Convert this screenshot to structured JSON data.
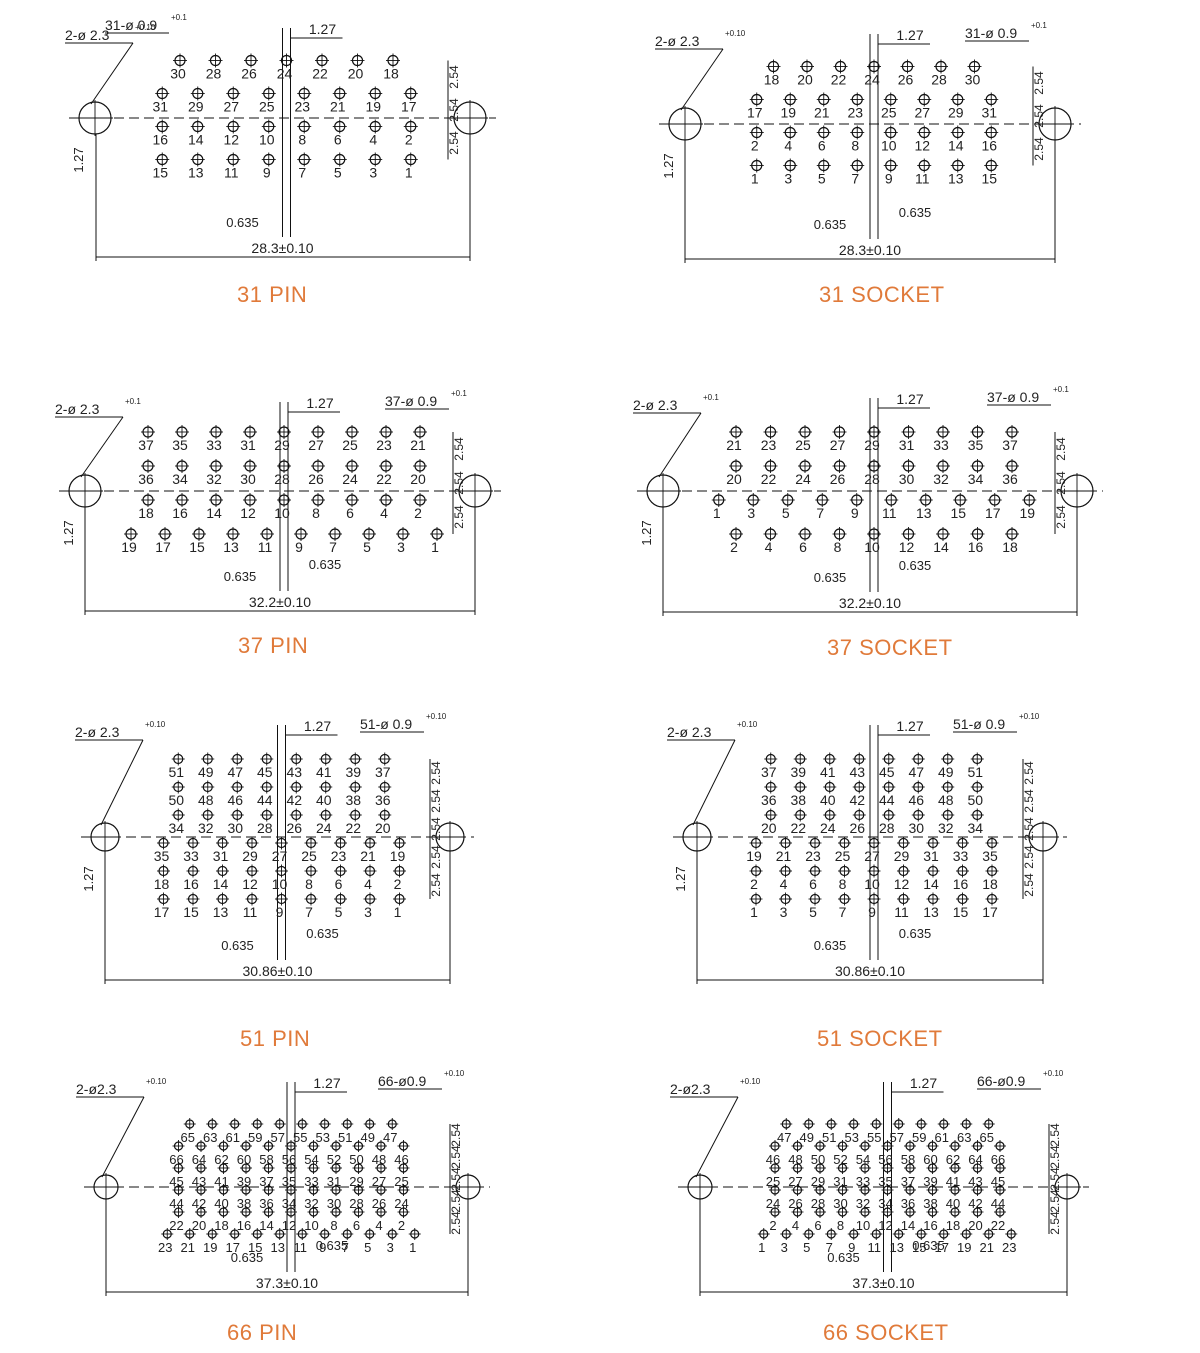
{
  "theme": {
    "caption_color": "#e07a3a",
    "line_color": "#111111"
  },
  "panels": [
    {
      "id": "31-pin",
      "caption": "31 PIN",
      "type": "pin",
      "label_overall": "28.3±0.10",
      "label_mount": "2-ø 2.3",
      "label_mount_tol": "+0.10",
      "label_contact": "31-ø 0.9",
      "label_contact_tol": "+0.1",
      "label_pitch_h": "1.27",
      "label_pitch_v": "1.27",
      "label_offset_a": "0.635",
      "label_offset_b": "",
      "label_row_pitch": "2.54",
      "rows": [
        [
          "30",
          "28",
          "26",
          "24",
          "22",
          "20",
          "18"
        ],
        [
          "31",
          "29",
          "27",
          "25",
          "23",
          "21",
          "19",
          "17"
        ],
        [
          "16",
          "14",
          "12",
          "10",
          "8",
          "6",
          "4",
          "2"
        ],
        [
          "15",
          "13",
          "11",
          "9",
          "7",
          "5",
          "3",
          "1"
        ]
      ]
    },
    {
      "id": "31-socket",
      "caption": "31 SOCKET",
      "type": "socket",
      "label_overall": "28.3±0.10",
      "label_mount": "2-ø 2.3",
      "label_mount_tol": "+0.10",
      "label_contact": "31-ø 0.9",
      "label_contact_tol": "+0.1",
      "label_pitch_h": "1.27",
      "label_pitch_v": "1.27",
      "label_offset_a": "0.635",
      "label_offset_b": "0.635",
      "label_row_pitch": "2.54",
      "rows": [
        [
          "18",
          "20",
          "22",
          "24",
          "26",
          "28",
          "30"
        ],
        [
          "17",
          "19",
          "21",
          "23",
          "25",
          "27",
          "29",
          "31"
        ],
        [
          "2",
          "4",
          "6",
          "8",
          "10",
          "12",
          "14",
          "16"
        ],
        [
          "1",
          "3",
          "5",
          "7",
          "9",
          "11",
          "13",
          "15"
        ]
      ]
    },
    {
      "id": "37-pin",
      "caption": "37 PIN",
      "type": "pin",
      "label_overall": "32.2±0.10",
      "label_mount": "2-ø 2.3",
      "label_mount_tol": "+0.1",
      "label_contact": "37-ø 0.9",
      "label_contact_tol": "+0.1",
      "label_pitch_h": "1.27",
      "label_pitch_v": "1.27",
      "label_offset_a": "0.635",
      "label_offset_b": "0.635",
      "label_row_pitch": "2.54",
      "rows": [
        [
          "37",
          "35",
          "33",
          "31",
          "29",
          "27",
          "25",
          "23",
          "21"
        ],
        [
          "36",
          "34",
          "32",
          "30",
          "28",
          "26",
          "24",
          "22",
          "20"
        ],
        [
          "18",
          "16",
          "14",
          "12",
          "10",
          "8",
          "6",
          "4",
          "2"
        ],
        [
          "19",
          "17",
          "15",
          "13",
          "11",
          "9",
          "7",
          "5",
          "3",
          "1"
        ]
      ]
    },
    {
      "id": "37-socket",
      "caption": "37 SOCKET",
      "type": "socket",
      "label_overall": "32.2±0.10",
      "label_mount": "2-ø 2.3",
      "label_mount_tol": "+0.1",
      "label_contact": "37-ø 0.9",
      "label_contact_tol": "+0.1",
      "label_pitch_h": "1.27",
      "label_pitch_v": "1.27",
      "label_offset_a": "0.635",
      "label_offset_b": "0.635",
      "label_row_pitch": "2.54",
      "rows": [
        [
          "21",
          "23",
          "25",
          "27",
          "29",
          "31",
          "33",
          "35",
          "37"
        ],
        [
          "20",
          "22",
          "24",
          "26",
          "28",
          "30",
          "32",
          "34",
          "36"
        ],
        [
          "1",
          "3",
          "5",
          "7",
          "9",
          "11",
          "13",
          "15",
          "17",
          "19"
        ],
        [
          "2",
          "4",
          "6",
          "8",
          "10",
          "12",
          "14",
          "16",
          "18"
        ]
      ]
    },
    {
      "id": "51-pin",
      "caption": "51 PIN",
      "type": "pin",
      "label_overall": "30.86±0.10",
      "label_mount": "2-ø 2.3",
      "label_mount_tol": "+0.10",
      "label_contact": "51-ø 0.9",
      "label_contact_tol": "+0.10",
      "label_pitch_h": "1.27",
      "label_pitch_v": "1.27",
      "label_offset_a": "0.635",
      "label_offset_b": "0.635",
      "label_row_pitch": "2.54",
      "rows": [
        [
          "51",
          "49",
          "47",
          "45",
          "43",
          "41",
          "39",
          "37"
        ],
        [
          "50",
          "48",
          "46",
          "44",
          "42",
          "40",
          "38",
          "36"
        ],
        [
          "34",
          "32",
          "30",
          "28",
          "26",
          "24",
          "22",
          "20"
        ],
        [
          "35",
          "33",
          "31",
          "29",
          "27",
          "25",
          "23",
          "21",
          "19"
        ],
        [
          "18",
          "16",
          "14",
          "12",
          "10",
          "8",
          "6",
          "4",
          "2"
        ],
        [
          "17",
          "15",
          "13",
          "11",
          "9",
          "7",
          "5",
          "3",
          "1"
        ]
      ]
    },
    {
      "id": "51-socket",
      "caption": "51 SOCKET",
      "type": "socket",
      "label_overall": "30.86±0.10",
      "label_mount": "2-ø 2.3",
      "label_mount_tol": "+0.10",
      "label_contact": "51-ø 0.9",
      "label_contact_tol": "+0.10",
      "label_pitch_h": "1.27",
      "label_pitch_v": "1.27",
      "label_offset_a": "0.635",
      "label_offset_b": "0.635",
      "label_row_pitch": "2.54",
      "rows": [
        [
          "37",
          "39",
          "41",
          "43",
          "45",
          "47",
          "49",
          "51"
        ],
        [
          "36",
          "38",
          "40",
          "42",
          "44",
          "46",
          "48",
          "50"
        ],
        [
          "20",
          "22",
          "24",
          "26",
          "28",
          "30",
          "32",
          "34"
        ],
        [
          "19",
          "21",
          "23",
          "25",
          "27",
          "29",
          "31",
          "33",
          "35"
        ],
        [
          "2",
          "4",
          "6",
          "8",
          "10",
          "12",
          "14",
          "16",
          "18"
        ],
        [
          "1",
          "3",
          "5",
          "7",
          "9",
          "11",
          "13",
          "15",
          "17"
        ]
      ]
    },
    {
      "id": "66-pin",
      "caption": "66 PIN",
      "type": "pin",
      "label_overall": "37.3±0.10",
      "label_mount": "2-ø2.3",
      "label_mount_tol": "+0.10",
      "label_contact": "66-ø0.9",
      "label_contact_tol": "+0.10",
      "label_pitch_h": "1.27",
      "label_pitch_v": "",
      "label_offset_a": "0.635",
      "label_offset_b": "0.635",
      "label_row_pitch": "2.54",
      "rows": [
        [
          "65",
          "63",
          "61",
          "59",
          "57",
          "55",
          "53",
          "51",
          "49",
          "47"
        ],
        [
          "66",
          "64",
          "62",
          "60",
          "58",
          "56",
          "54",
          "52",
          "50",
          "48",
          "46"
        ],
        [
          "45",
          "43",
          "41",
          "39",
          "37",
          "35",
          "33",
          "31",
          "29",
          "27",
          "25"
        ],
        [
          "44",
          "42",
          "40",
          "38",
          "36",
          "34",
          "32",
          "30",
          "28",
          "26",
          "24"
        ],
        [
          "22",
          "20",
          "18",
          "16",
          "14",
          "12",
          "10",
          "8",
          "6",
          "4",
          "2"
        ],
        [
          "23",
          "21",
          "19",
          "17",
          "15",
          "13",
          "11",
          "9",
          "7",
          "5",
          "3",
          "1"
        ]
      ]
    },
    {
      "id": "66-socket",
      "caption": "66 SOCKET",
      "type": "socket",
      "label_overall": "37.3±0.10",
      "label_mount": "2-ø2.3",
      "label_mount_tol": "+0.10",
      "label_contact": "66-ø0.9",
      "label_contact_tol": "+0.10",
      "label_pitch_h": "1.27",
      "label_pitch_v": "",
      "label_offset_a": "0.635",
      "label_offset_b": "0.635",
      "label_row_pitch": "2.54",
      "rows": [
        [
          "47",
          "49",
          "51",
          "53",
          "55",
          "57",
          "59",
          "61",
          "63",
          "65"
        ],
        [
          "46",
          "48",
          "50",
          "52",
          "54",
          "56",
          "58",
          "60",
          "62",
          "64",
          "66"
        ],
        [
          "25",
          "27",
          "29",
          "31",
          "33",
          "35",
          "37",
          "39",
          "41",
          "43",
          "45"
        ],
        [
          "24",
          "26",
          "28",
          "30",
          "32",
          "34",
          "36",
          "38",
          "40",
          "42",
          "44"
        ],
        [
          "2",
          "4",
          "6",
          "8",
          "10",
          "12",
          "14",
          "16",
          "18",
          "20",
          "22"
        ],
        [
          "1",
          "3",
          "5",
          "7",
          "9",
          "11",
          "13",
          "15",
          "17",
          "19",
          "21",
          "23"
        ]
      ]
    }
  ]
}
